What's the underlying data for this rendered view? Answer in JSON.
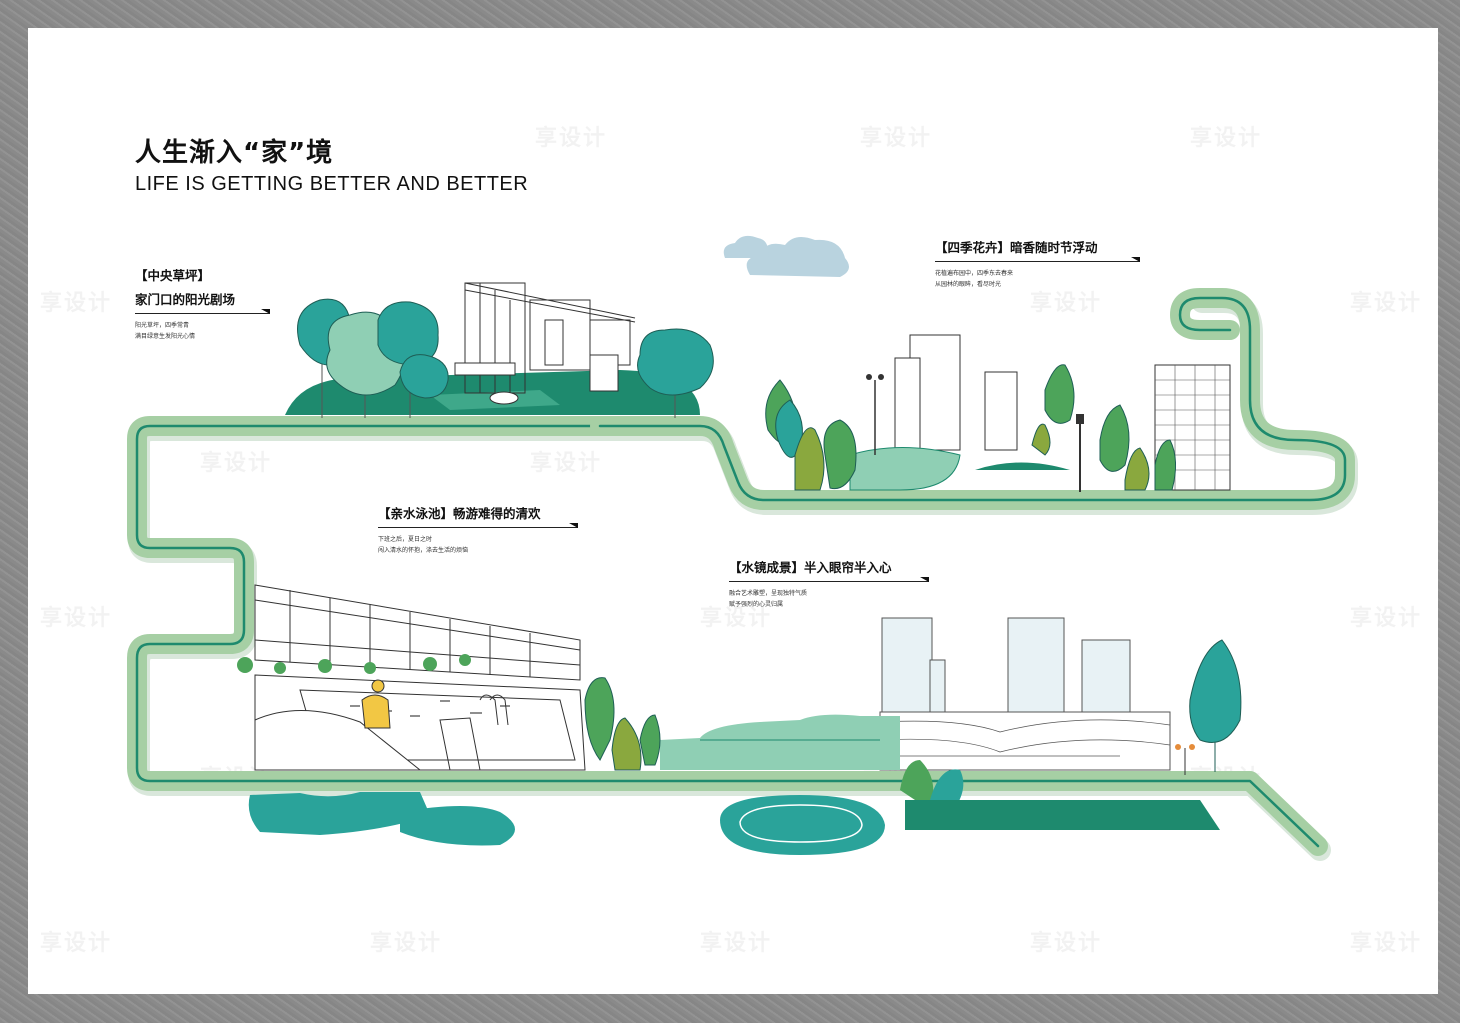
{
  "title": "人生渐入“家”境",
  "subtitle": "LIFE IS GETTING BETTER AND BETTER",
  "sections": {
    "lawn": {
      "heading": "【中央草坪】",
      "tagline": "家门口的阳光剧场",
      "desc1": "阳光草坪，四季常青",
      "desc2": "满目绿意生发阳光心情"
    },
    "flowers": {
      "heading": "【四季花卉】暗香随时节浮动",
      "desc1": "花植遍布园中，四季东去春来",
      "desc2": "从园林的眼眸，看尽时光"
    },
    "pool": {
      "heading": "【亲水泳池】畅游难得的清欢",
      "desc1": "下班之后，夏日之时",
      "desc2": "闯入清水的怀抱，涤去生活的烦恼"
    },
    "mirror": {
      "heading": "【水镜成景】半入眼帘半入心",
      "desc1": "融合艺术雕塑，呈现独特气质",
      "desc2": "赋予强烈的心灵归属"
    }
  },
  "colors": {
    "path_light": "#a6cfa4",
    "path_dark": "#1e8a6e",
    "teal": "#2aa39a",
    "mint": "#8fcfb4",
    "tree_green": "#4da45a",
    "olive": "#8aa83e",
    "cloud": "#b9d3df"
  },
  "watermark": "享设计"
}
